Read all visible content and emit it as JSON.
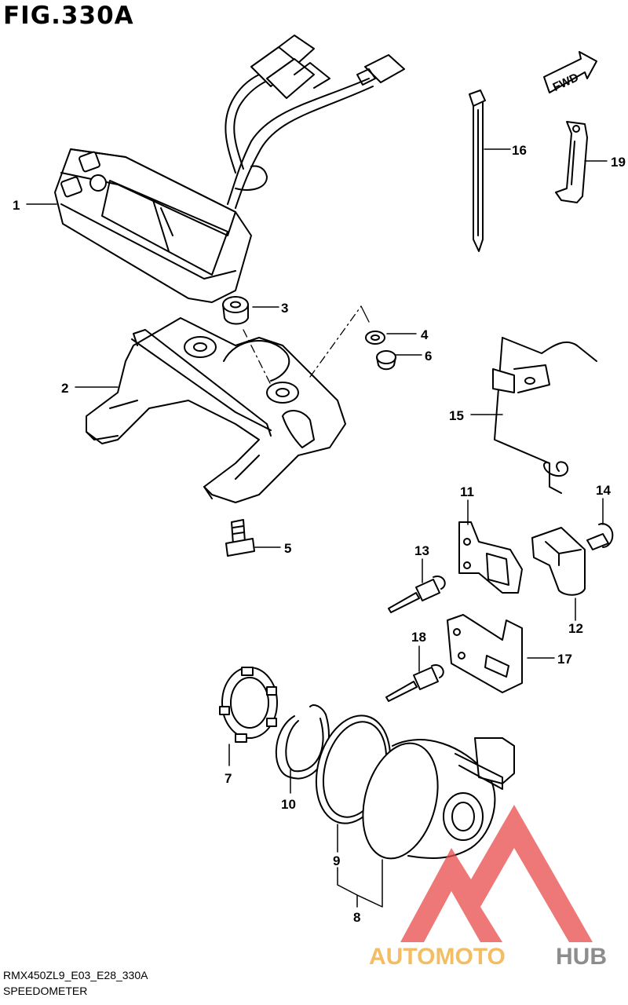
{
  "figure": {
    "title": "FIG.330A",
    "direction_tag": "FWD"
  },
  "parts": [
    {
      "id": "1"
    },
    {
      "id": "2"
    },
    {
      "id": "3"
    },
    {
      "id": "4"
    },
    {
      "id": "5"
    },
    {
      "id": "6"
    },
    {
      "id": "7"
    },
    {
      "id": "8"
    },
    {
      "id": "9"
    },
    {
      "id": "10"
    },
    {
      "id": "11"
    },
    {
      "id": "12"
    },
    {
      "id": "13"
    },
    {
      "id": "14"
    },
    {
      "id": "15"
    },
    {
      "id": "16"
    },
    {
      "id": "17"
    },
    {
      "id": "18"
    },
    {
      "id": "19"
    }
  ],
  "footer": {
    "model_code": "RMX450ZL9_E03_E28_330A",
    "section_name": "SPEEDOMETER"
  },
  "watermark": {
    "text_part1": "AUTOMOTO",
    "text_part2": "HUB",
    "color_primary": "#f2b24a",
    "color_secondary": "#7a7a7a",
    "logo_color": "#e84b4b"
  }
}
